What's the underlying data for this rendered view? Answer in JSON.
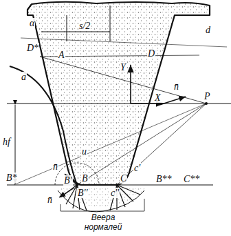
{
  "diagram": {
    "labels": [
      "α",
      "s/2",
      "D*",
      "A",
      "D",
      "d",
      "a",
      "Y",
      "X",
      "n̄",
      "P",
      "hf",
      "n̄",
      "B*",
      "B",
      "u",
      "C",
      "c'",
      "B**",
      "C**",
      "B'",
      "B''",
      "c''",
      "n̄",
      "Веера нормалей"
    ]
  }
}
